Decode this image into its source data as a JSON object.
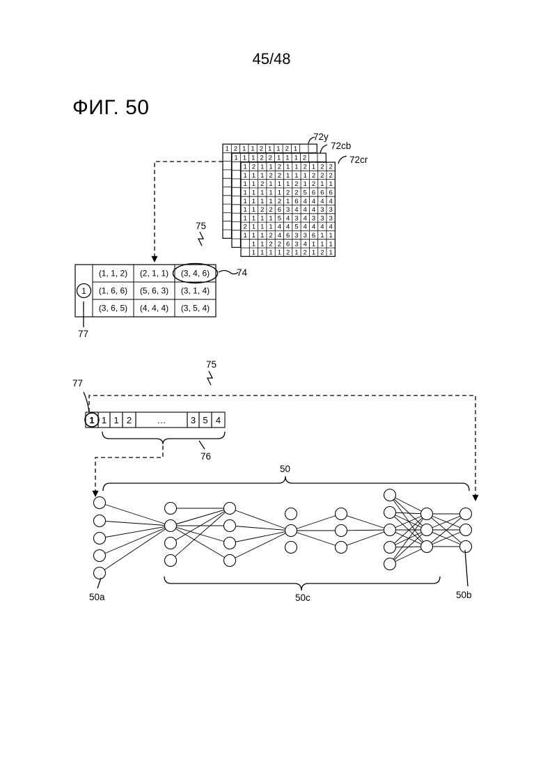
{
  "page": {
    "number": "45/48",
    "figure_title": "ФИГ. 50"
  },
  "labels": {
    "y_plane": "72y",
    "cb_plane": "72cb",
    "cr_plane": "72cr",
    "table_ref": "75",
    "circled_ref": "74",
    "index_ref": "77",
    "vector_ref": "75",
    "vector_index_ref": "77",
    "vector_values_ref": "76",
    "network_ref": "50",
    "input_layer_ref": "50a",
    "hidden_layers_ref": "50c",
    "output_layer_ref": "50b"
  },
  "planes": {
    "y": [
      [
        1,
        2,
        1,
        1,
        2,
        1,
        1,
        2,
        1
      ],
      [
        1,
        1,
        1,
        2,
        2,
        1,
        1,
        1,
        2
      ],
      [
        1,
        1,
        2,
        1,
        1,
        1,
        2,
        1,
        2
      ],
      [
        1,
        1,
        1,
        1,
        1,
        2,
        2,
        5,
        6
      ],
      [
        1,
        1,
        1,
        1,
        2,
        1,
        6,
        4,
        4
      ],
      [
        1,
        1,
        2,
        2,
        6,
        3,
        4,
        4,
        4
      ],
      [
        1,
        1,
        1,
        1,
        5,
        4,
        3,
        4,
        3
      ],
      [
        2,
        1,
        1,
        1,
        4,
        4,
        5,
        4,
        4
      ],
      [
        1,
        1,
        1,
        2,
        4,
        6,
        3,
        3,
        6
      ]
    ],
    "cr_visible_right": [
      2,
      2,
      1,
      6,
      4,
      3,
      3,
      4,
      1,
      1,
      1
    ],
    "cr_bottom_rows": [
      [
        1,
        1,
        2,
        2,
        6,
        3,
        4,
        1,
        1,
        1
      ],
      [
        1,
        1,
        1,
        1,
        2,
        1,
        2,
        1,
        2,
        1
      ]
    ]
  },
  "table": {
    "index_value": "1",
    "rows": [
      [
        "(1, 1, 2)",
        "(2, 1, 1)",
        "(3, 4, 6)"
      ],
      [
        "(1, 6, 6)",
        "(5, 6, 3)",
        "(3, 1, 4)"
      ],
      [
        "(3, 6, 5)",
        "(4, 4, 4)",
        "(3, 5, 4)"
      ]
    ]
  },
  "vector": {
    "index_value": "1",
    "values_start": [
      "1",
      "1",
      "2"
    ],
    "ellipsis": "…",
    "values_end": [
      "3",
      "5",
      "4"
    ]
  },
  "network": {
    "layers": [
      5,
      4,
      4,
      3,
      3,
      5,
      3,
      3
    ]
  }
}
